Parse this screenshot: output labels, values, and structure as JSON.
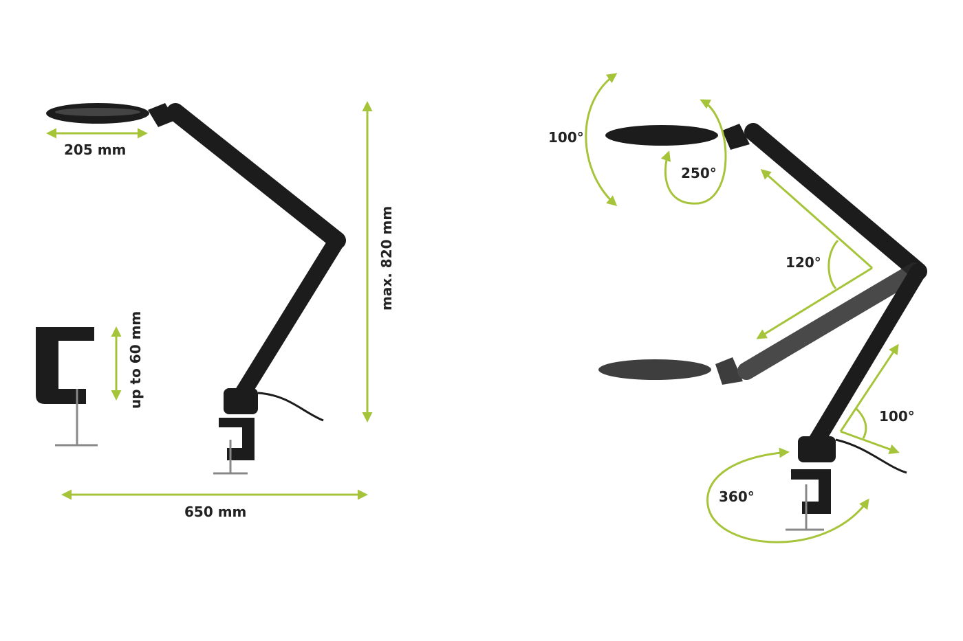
{
  "colors": {
    "accent": "#a6c43a",
    "lamp": "#1c1c1c"
  },
  "dimensions": {
    "head_diameter": "205 mm",
    "max_height": "max. 820 mm",
    "clamp_range": "up to 60 mm",
    "reach": "650 mm"
  },
  "angles": {
    "head_tilt": "100°",
    "head_rotate": "250°",
    "arm_joint": "120°",
    "base_joint": "100°",
    "base_swivel": "360°"
  }
}
